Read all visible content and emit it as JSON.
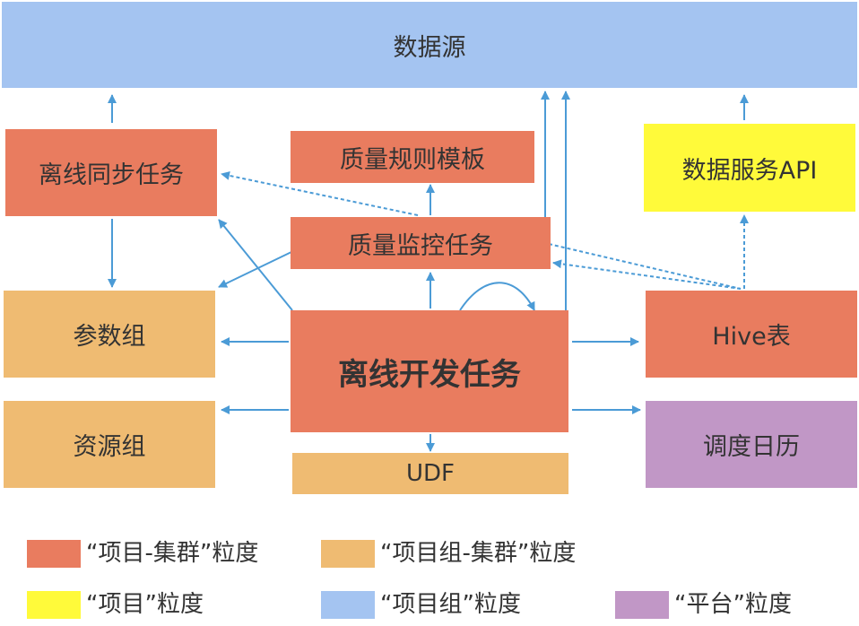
{
  "nodes": {
    "data_source": "数据源",
    "offline_sync_task": "离线同步任务",
    "quality_rule_template": "质量规则模板",
    "data_service_api": "数据服务API",
    "quality_monitor_task": "质量监控任务",
    "param_group": "参数组",
    "offline_dev_task": "离线开发任务",
    "hive_table": "Hive表",
    "resource_group": "资源组",
    "udf": "UDF",
    "schedule_calendar": "调度日历"
  },
  "legend": [
    {
      "label": "“项目-集群”粒度",
      "color": "#e97c5f"
    },
    {
      "label": "“项目组-集群”粒度",
      "color": "#efbb72"
    },
    {
      "label": "“项目”粒度",
      "color": "#fffa3a"
    },
    {
      "label": "“项目组”粒度",
      "color": "#a4c4f1"
    },
    {
      "label": "“平台”粒度",
      "color": "#c197c6"
    }
  ],
  "colors": {
    "arrow": "#4b9bd6",
    "project_cluster": "#e97c5f",
    "group_cluster": "#efbb72",
    "project": "#fffa3a",
    "group": "#a4c4f1",
    "platform": "#c197c6"
  }
}
